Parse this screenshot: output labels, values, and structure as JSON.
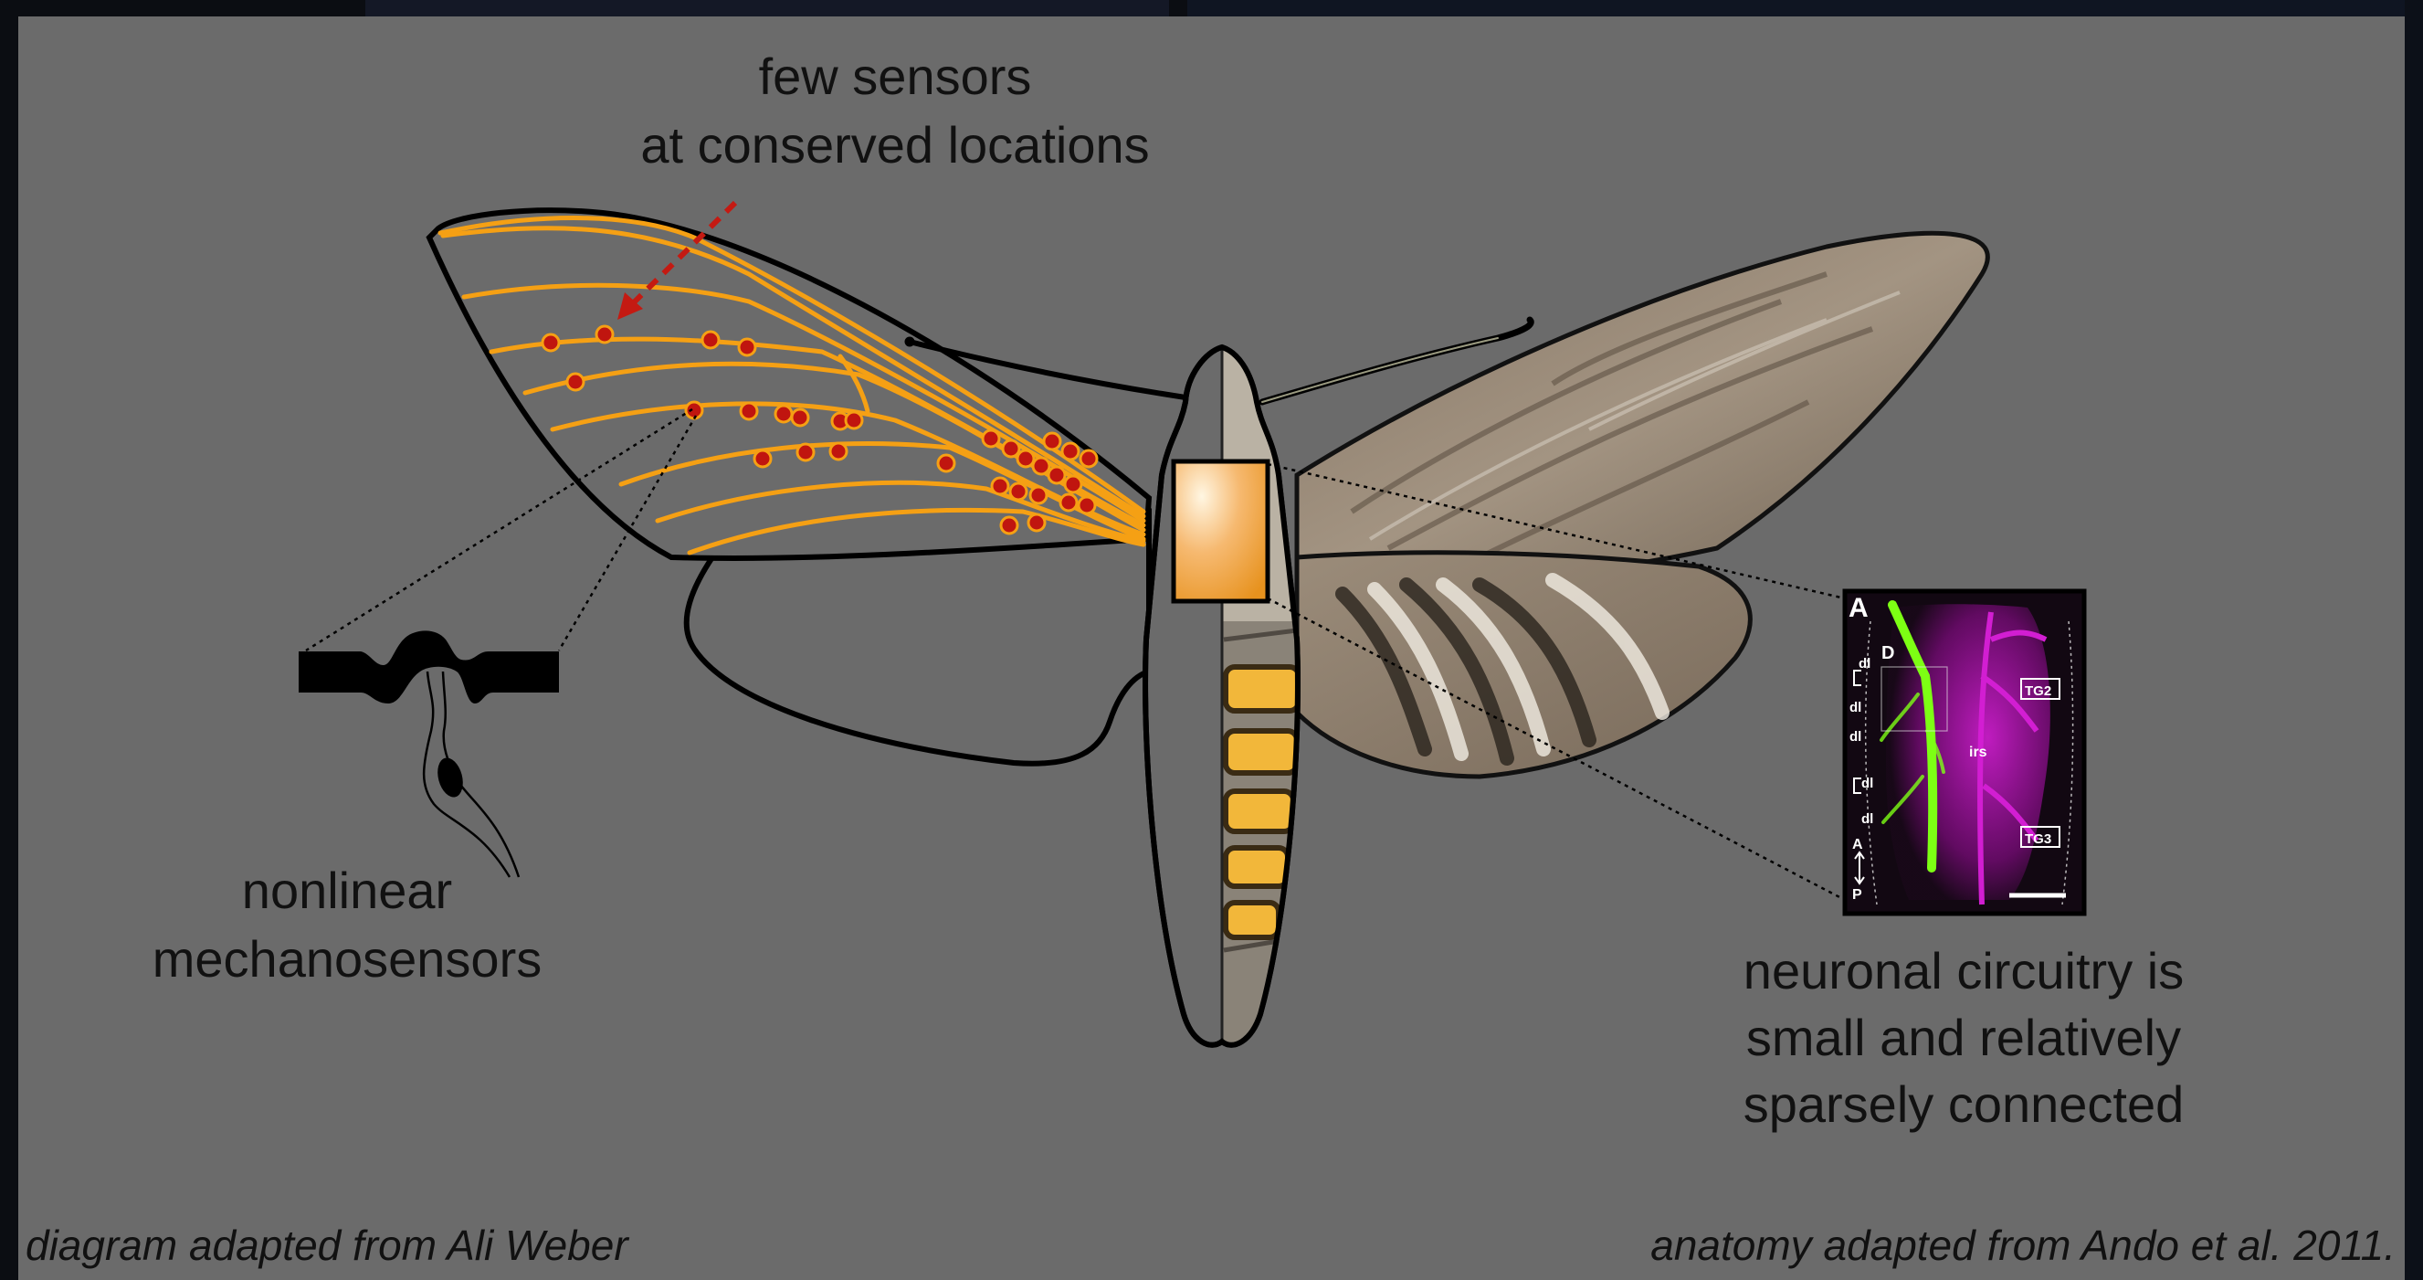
{
  "slide": {
    "labels": {
      "few_sensors_line1": "few sensors",
      "few_sensors_line2": "at conserved locations",
      "nonlinear_line1": "nonlinear",
      "nonlinear_line2": "mechanosensors",
      "circuitry_line1": "neuronal circuitry is",
      "circuitry_line2": "small and relatively",
      "circuitry_line3": "sparsely connected"
    },
    "captions": {
      "left": "diagram adapted from Ali Weber",
      "right": "anatomy adapted from Ando et al. 2011."
    },
    "inset": {
      "panel_letter": "A",
      "dorsal_marker": "D",
      "tg2": "TG2",
      "tg3": "TG3",
      "irs": "irs",
      "dl": "dl",
      "axis_a": "A",
      "axis_p": "P"
    }
  },
  "colors": {
    "background": "#6b6b6b",
    "vein": "#f5a014",
    "sensor": "#c0150f",
    "arrow": "#c41a12",
    "outline": "#000000",
    "inset_magenta": "#d21ed2",
    "inset_green": "#7dff14"
  },
  "icons": [
    "dashed-arrow",
    "sensor-dot",
    "mechanosensor-schematic",
    "neuron-cell",
    "stimulus-box"
  ]
}
